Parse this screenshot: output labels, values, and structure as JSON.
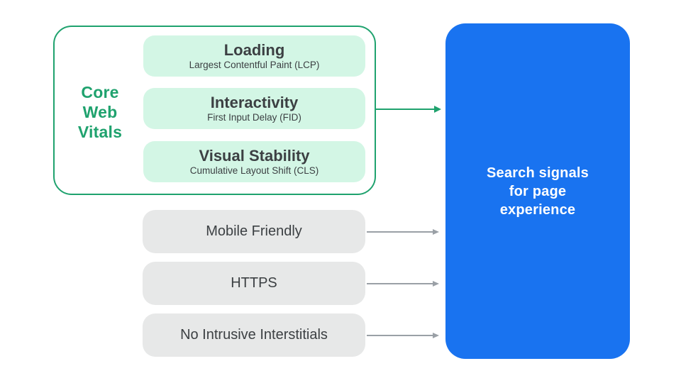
{
  "colors": {
    "green": "#1FA26E",
    "mint": "#D3F6E5",
    "blue": "#1973F0",
    "card_gray": "#E7E8E8",
    "text_dark": "#3C4043",
    "arrow_gray": "#9AA0A6"
  },
  "core_web_vitals": {
    "label": "Core\nWeb\nVitals",
    "vitals": [
      {
        "title": "Loading",
        "subtitle": "Largest Contentful Paint (LCP)"
      },
      {
        "title": "Interactivity",
        "subtitle": "First Input Delay (FID)"
      },
      {
        "title": "Visual Stability",
        "subtitle": "Cumulative Layout Shift (CLS)"
      }
    ]
  },
  "other_signals": [
    "Mobile Friendly",
    "HTTPS",
    "No Intrusive Interstitials"
  ],
  "result_box": {
    "label": "Search signals\nfor page\nexperience"
  }
}
